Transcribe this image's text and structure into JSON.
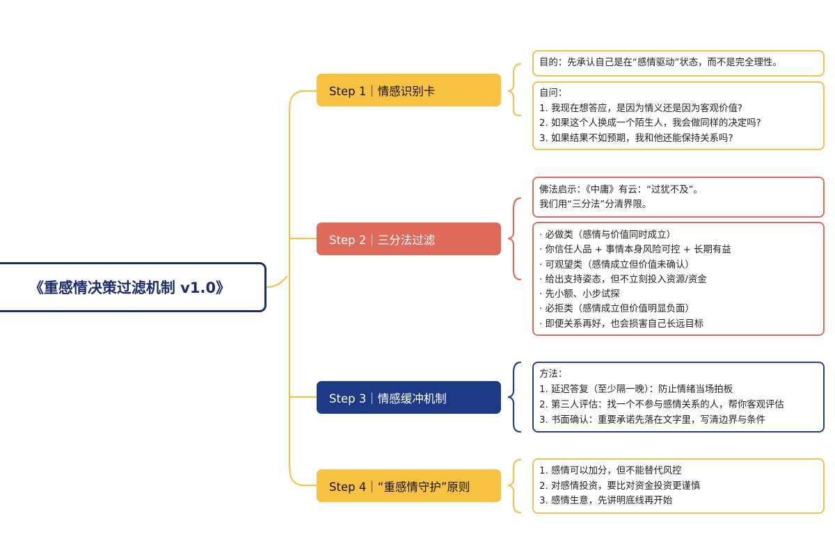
{
  "root": {
    "title": "《重感情决策过滤机制 v1.0》"
  },
  "steps": [
    {
      "label": "Step 1｜情感识别卡",
      "notes": [
        [
          "目的：先承认自己是在“感情驱动”状态，而不是完全理性。"
        ],
        [
          "自问：",
          "1. 我现在想答应，是因为情义还是因为客观价值?",
          "2. 如果这个人换成一个陌生人，我会做同样的决定吗?",
          "3. 如果结果不如预期，我和他还能保持关系吗?"
        ]
      ]
    },
    {
      "label": "Step 2｜三分法过滤",
      "notes": [
        [
          "佛法启示：《中庸》有云：“过犹不及”。",
          "我们用“三分法”分清界限。"
        ],
        [
          "· 必做类（感情与价值同时成立）",
          "· 你信任人品 + 事情本身风险可控 + 长期有益",
          "· 可观望类（感情成立但价值未确认）",
          "· 给出支持姿态，但不立刻投入资源/资金",
          "· 先小额、小步试探",
          "· 必拒类（感情成立但价值明显负面）",
          "· 即便关系再好，也会损害自己长远目标"
        ]
      ]
    },
    {
      "label": "Step 3｜情感缓冲机制",
      "notes": [
        [
          "方法：",
          "1. 延迟答复（至少隔一晚）：防止情绪当场拍板",
          "2. 第三人评估：找一个不参与感情关系的人，帮你客观评估",
          "3. 书面确认：重要承诺先落在文字里，写清边界与条件"
        ]
      ]
    },
    {
      "label": "Step 4｜“重感情守护”原则",
      "notes": [
        [
          "1. 感情可以加分，但不能替代风控",
          "2. 对感情投资，要比对资金投资更谨慎",
          "3. 感情生意，先讲明底线再开始"
        ]
      ]
    }
  ],
  "colors": {
    "yellow": "#f7c23f",
    "red": "#e06b5a",
    "blue": "#1e3a86",
    "navy": "#1c2b6b"
  }
}
